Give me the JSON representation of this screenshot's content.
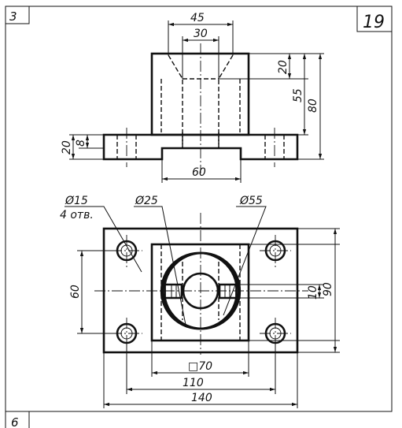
{
  "sheet": {
    "top_left_number": "3",
    "top_right_number": "19",
    "bottom_left_number": "6"
  },
  "front_view": {
    "dim_top_outer": "45",
    "dim_top_inner": "30",
    "dim_bore_depth": "20",
    "dim_body_height": "55",
    "dim_total_height": "80",
    "dim_base_height": "20",
    "dim_base_lower": "8",
    "dim_slot_width": "60"
  },
  "top_view": {
    "hole_label_diameter": "Ø15",
    "hole_label_count": "4 отв.",
    "inner_diameter": "Ø25",
    "outer_diameter": "Ø55",
    "dim_hole_spacing_vertical": "60",
    "dim_slot_height": "10",
    "dim_overall_height": "90",
    "dim_square": "□70",
    "dim_hole_spacing_horizontal": "110",
    "dim_overall_width": "140"
  }
}
